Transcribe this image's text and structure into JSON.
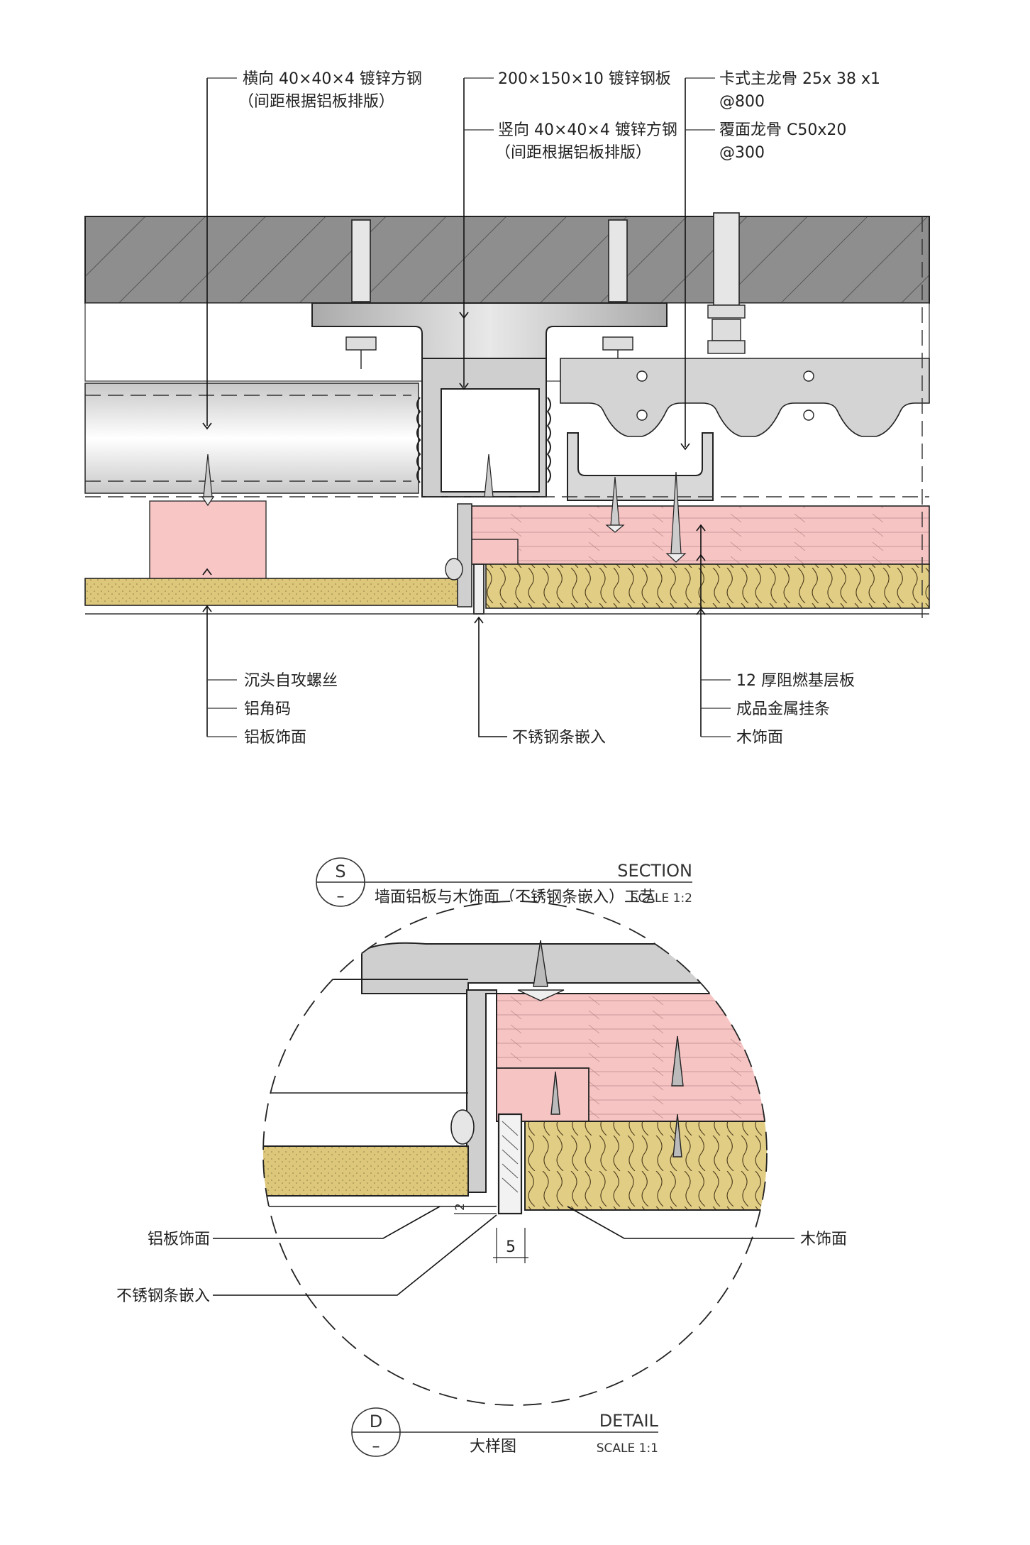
{
  "section": {
    "labels_top": {
      "horizontal_steel": "横向 40×40×4 镀锌方钢",
      "horizontal_steel_note": "（间距根据铝板排版）",
      "steel_plate": "200×150×10 镀锌钢板",
      "vertical_steel": "竖向 40×40×4 镀锌方钢",
      "vertical_steel_note": "（间距根据铝板排版）",
      "main_keel": "卡式主龙骨 25x 38 x1",
      "main_keel_spacing": "@800",
      "cover_keel": "覆面龙骨 C50x20",
      "cover_keel_spacing": "@300"
    },
    "labels_bottom": {
      "screw": "沉头自攻螺丝",
      "angle": "铝角码",
      "alu_panel": "铝板饰面",
      "inlay": "不锈钢条嵌入",
      "base_board": "12 厚阻燃基层板",
      "hanger": "成品金属挂条",
      "wood": "木饰面"
    },
    "title_block": {
      "symbol": "S",
      "sub_symbol": "–",
      "type": "SECTION",
      "title": "墙面铝板与木饰面（不锈钢条嵌入）工艺",
      "scale": "SCALE 1:2"
    }
  },
  "detail": {
    "labels": {
      "alu_panel": "铝板饰面",
      "inlay": "不锈钢条嵌入",
      "wood": "木饰面",
      "gap_dim": "2",
      "width_dim": "5"
    },
    "title_block": {
      "symbol": "D",
      "sub_symbol": "–",
      "type": "DETAIL",
      "title": "大样图",
      "scale": "SCALE 1:1"
    }
  },
  "colors": {
    "concrete": "#8e8e8e",
    "steel": "#c9c9c9",
    "pink_board": "#f7c4c4",
    "wood": "#e2cd85",
    "alu_fill": "#dcc77b",
    "line": "#222222"
  }
}
